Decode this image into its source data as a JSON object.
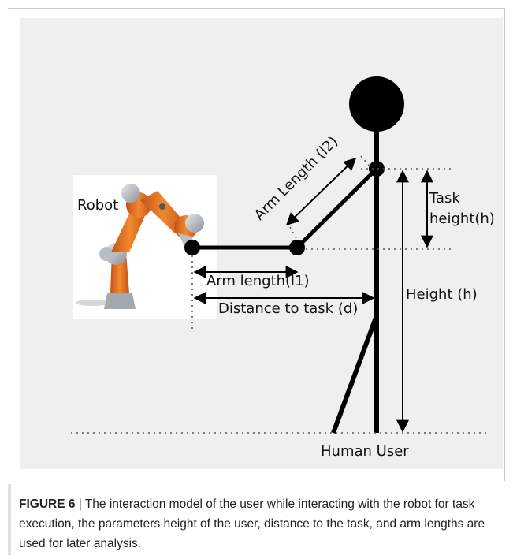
{
  "diagram": {
    "labels": {
      "robot": "Robot",
      "arm_length_l2": "Arm Length (l2)",
      "task_height": [
        "Task",
        "height(h)"
      ],
      "arm_length_l1": "Arm length(l1)",
      "distance_to_task": "Distance to task (d)",
      "height": "Height (h)",
      "human_user": "Human User"
    },
    "colors": {
      "robot_orange": "#e8701e",
      "robot_grey": "#b9bec4",
      "stroke": "#000000"
    }
  },
  "caption": {
    "label": "FIGURE 6",
    "separator": " | ",
    "text": "The interaction model of the user while interacting with the robot for task execution, the parameters height of the user, distance to the task, and arm lengths are used for later analysis."
  }
}
